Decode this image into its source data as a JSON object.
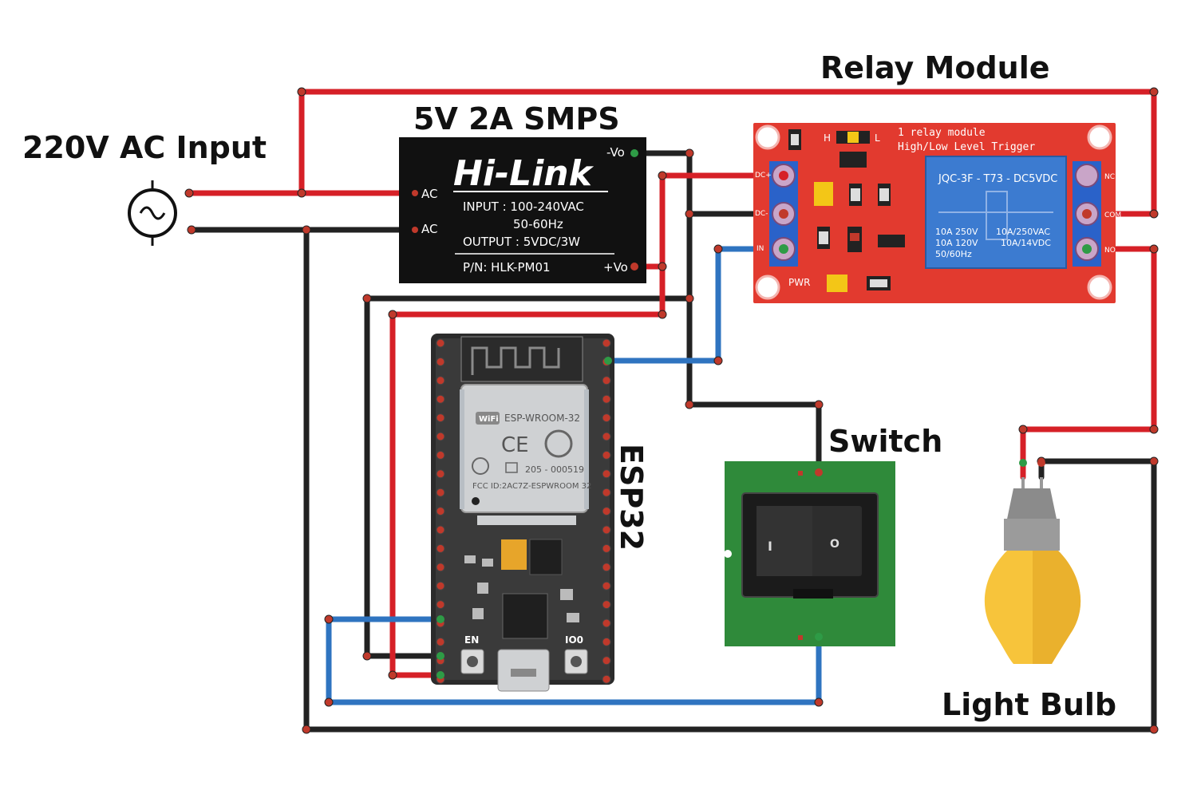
{
  "labels": {
    "ac_input": "220V AC Input",
    "smps": "5V 2A SMPS",
    "relay_module": "Relay Module",
    "switch": "Switch",
    "esp32": "ESP32",
    "light_bulb": "Light Bulb"
  },
  "smps": {
    "brand": "Hi-Link",
    "input": "INPUT : 100-240VAC",
    "freq": "50-60Hz",
    "output": "OUTPUT : 5VDC/3W",
    "pn": "P/N: HLK-PM01",
    "pin_ac1": "AC",
    "pin_ac2": "AC",
    "pin_vneg": "-Vo",
    "pin_vpos": "+Vo"
  },
  "relay": {
    "title1": "1 relay module",
    "title2": "High/Low Level Trigger",
    "jumper_h": "H",
    "jumper_l": "L",
    "pwr": "PWR",
    "relay_model": "JQC-3F - T73 - DC5VDC",
    "rating_l1": "10A 250V",
    "rating_l2": "10A 120V",
    "rating_l3": "50/60Hz",
    "rating_r1": "10A/250VAC",
    "rating_r2": "10A/14VDC",
    "pin_nc": "NC",
    "pin_com": "COM",
    "pin_no": "NO",
    "pin_vcc": "DC+",
    "pin_gnd": "DC-",
    "pin_in": "IN"
  },
  "esp32": {
    "module": "ESP-WROOM-32",
    "wifi": "WiFi",
    "ce": "CE",
    "cert": "205 - 000519",
    "fcc": "FCC ID:2AC7Z-ESPWROOM 32",
    "btn_en": "EN",
    "btn_io0": "IO0"
  },
  "switch_marks": {
    "on": "I",
    "off": "O"
  },
  "colors": {
    "live": "#d62027",
    "neutral": "#222222",
    "signal": "#2f74c0",
    "relay_board": "#e23a2f",
    "smps_body": "#111111",
    "switch_pcb": "#2f8a3a",
    "bulb": "#f7c43b"
  }
}
